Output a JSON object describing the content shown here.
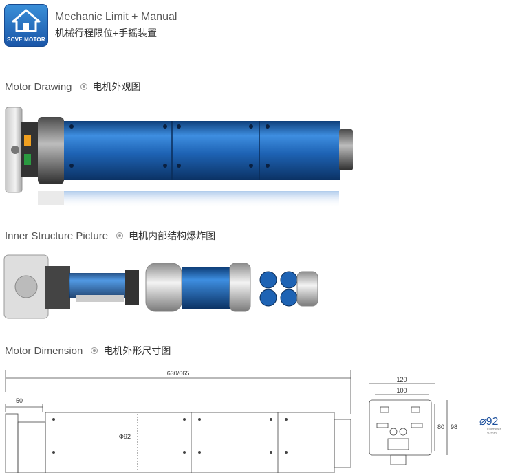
{
  "header": {
    "logo_text": "SCVE MOTOR",
    "title": "Mechanic Limit + Manual",
    "subtitle": "机械行程限位+手摇装置"
  },
  "sections": {
    "drawing": {
      "title": "Motor Drawing",
      "cn": "电机外观图"
    },
    "inner": {
      "title": "Inner Structure Picture",
      "cn": "电机内部结构爆炸图"
    },
    "dimension": {
      "title": "Motor Dimension",
      "cn": "电机外形尺寸图"
    }
  },
  "dimensions": {
    "total_length": "630/665",
    "head_length": "50",
    "tube_diameter": "Φ92",
    "bracket_outer": "120",
    "bracket_inner": "100",
    "bracket_h_inner": "80",
    "bracket_h_outer": "98",
    "diameter_label": "92",
    "diameter_caption": "Diameter 92mm"
  },
  "colors": {
    "tube_blue": "#1e63b4",
    "accent_blue": "#1a4e9c",
    "orange": "#f0a020",
    "green": "#2a9a40"
  }
}
